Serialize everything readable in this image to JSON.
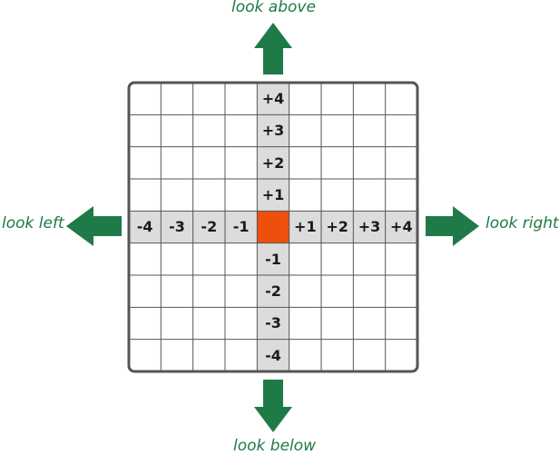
{
  "labels": {
    "above": "look above",
    "below": "look below",
    "left": "look left",
    "right": "look right"
  },
  "grid": {
    "size": 9,
    "center": [
      4,
      4
    ],
    "row_labels": [
      "+4",
      "+3",
      "+2",
      "+1",
      "",
      "-1",
      "-2",
      "-3",
      "-4"
    ],
    "col_labels": [
      "-4",
      "-3",
      "-2",
      "-1",
      "",
      "+1",
      "+2",
      "+3",
      "+4"
    ]
  },
  "colors": {
    "arrow": "#1e7a47",
    "label": "#1e7a47",
    "center": "#ee4f0c",
    "highlight": "#dcdcdc",
    "grid_line": "#555555"
  },
  "icons": {
    "up": "arrow-up-icon",
    "down": "arrow-down-icon",
    "left": "arrow-left-icon",
    "right": "arrow-right-icon"
  }
}
